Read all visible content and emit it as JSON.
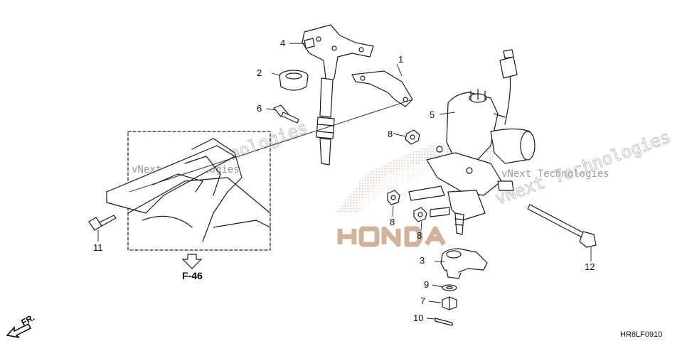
{
  "diagram": {
    "callouts": [
      "1",
      "2",
      "3",
      "4",
      "5",
      "6",
      "7",
      "8",
      "8",
      "8",
      "9",
      "10",
      "11",
      "12"
    ],
    "reference": "F-46",
    "direction": "FR.",
    "code": "HR6LF0910",
    "watermark": "vNext Technologies",
    "logo": "HONDA",
    "colors": {
      "line": "#1a1a1a",
      "logo": "#c9a58a",
      "watermark": "#9a9a9a"
    }
  }
}
